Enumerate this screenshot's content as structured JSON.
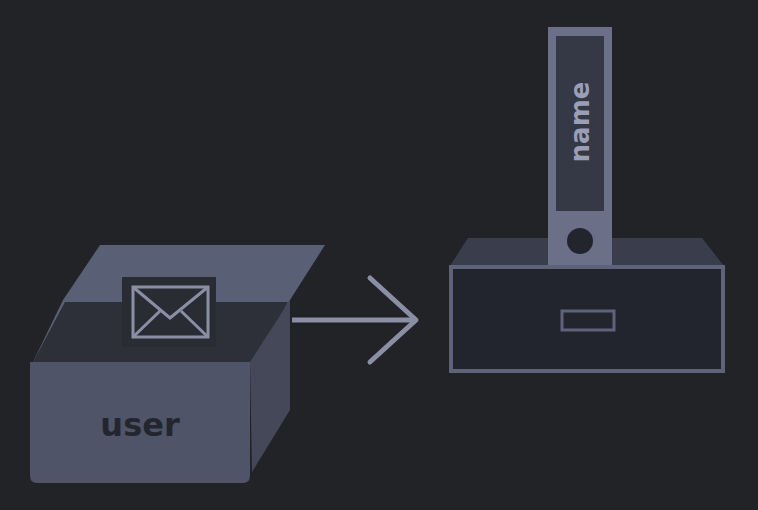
{
  "diagram": {
    "nodes": [
      {
        "text": [
          "user"
        ]
      },
      {
        "text": [
          "name"
        ]
      }
    ],
    "edges": [
      {
        "from": 0,
        "to": 1,
        "arrow": "to"
      }
    ]
  }
}
